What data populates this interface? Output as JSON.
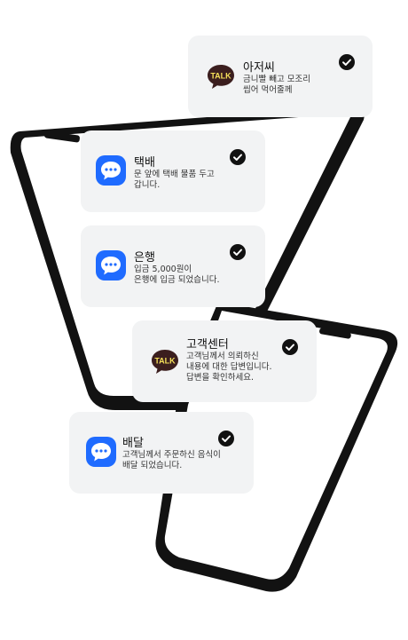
{
  "icons": {
    "messages": "message-bubble-icon",
    "kakaotalk": "kakaotalk-icon",
    "check": "check-circle-icon"
  },
  "colors": {
    "messages_blue": "#1f6bff",
    "kakao_brown": "#3b1e1e",
    "card_bg": "#f2f3f4"
  },
  "notifications": [
    {
      "app": "kakaotalk",
      "kakao_text": "TALK",
      "title": "아저씨",
      "body": "금니빨 빼고 모조리\n씹어 먹어줄께"
    },
    {
      "app": "messages",
      "title": "택배",
      "body": "문 앞에 택배 물품 두고\n갑니다."
    },
    {
      "app": "messages",
      "title": "은행",
      "body": "입금 5,000원이\n은행에 입금 되었습니다."
    },
    {
      "app": "kakaotalk",
      "kakao_text": "TALK",
      "title": "고객센터",
      "body": "고객님께서 의뢰하신\n내용에 대한 답변입니다.\n답변을 확인하세요."
    },
    {
      "app": "messages",
      "title": "배달",
      "body": "고객님께서 주문하신 음식이\n배달 되었습니다."
    }
  ]
}
